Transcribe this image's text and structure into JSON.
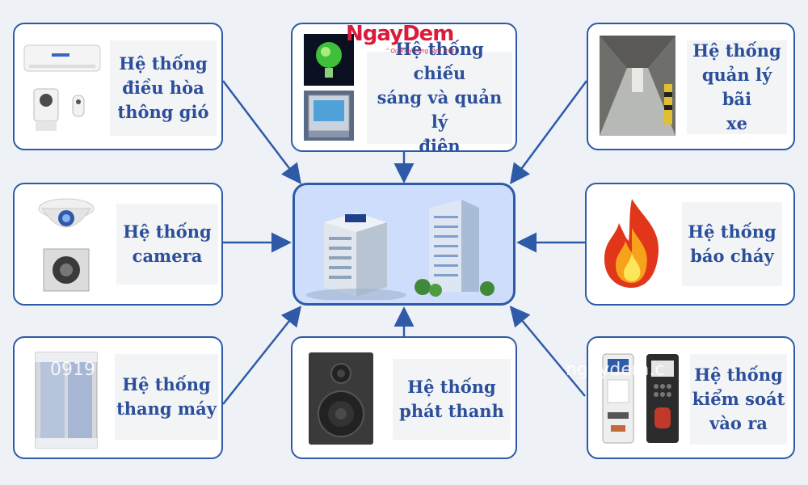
{
  "logo": {
    "part1": "Ngay",
    "part2": "Dem",
    "tagline": "\" Quản lý bằng tầm mắt \""
  },
  "watermarks": {
    "phone": "0919",
    "site": "ngaydem.c"
  },
  "systems": {
    "hvac": "Hệ thống\nđiều hòa\nthông gió",
    "lighting": "Hệ thống chiếu\nsáng và quản lý\nđiện",
    "parking": "Hệ thống\nquản lý bãi\nxe",
    "camera": "Hệ thống\ncamera",
    "fire": "Hệ thống\nbáo cháy",
    "elevator": "Hệ thống\nthang máy",
    "pa": "Hệ thống\nphát thanh",
    "access": "Hệ thống\nkiểm soát\nvào ra"
  },
  "colors": {
    "border": "#2e5aa7",
    "label": "#2b4f9a",
    "hub": "#cdddfb",
    "brand": "#d91b3c"
  }
}
